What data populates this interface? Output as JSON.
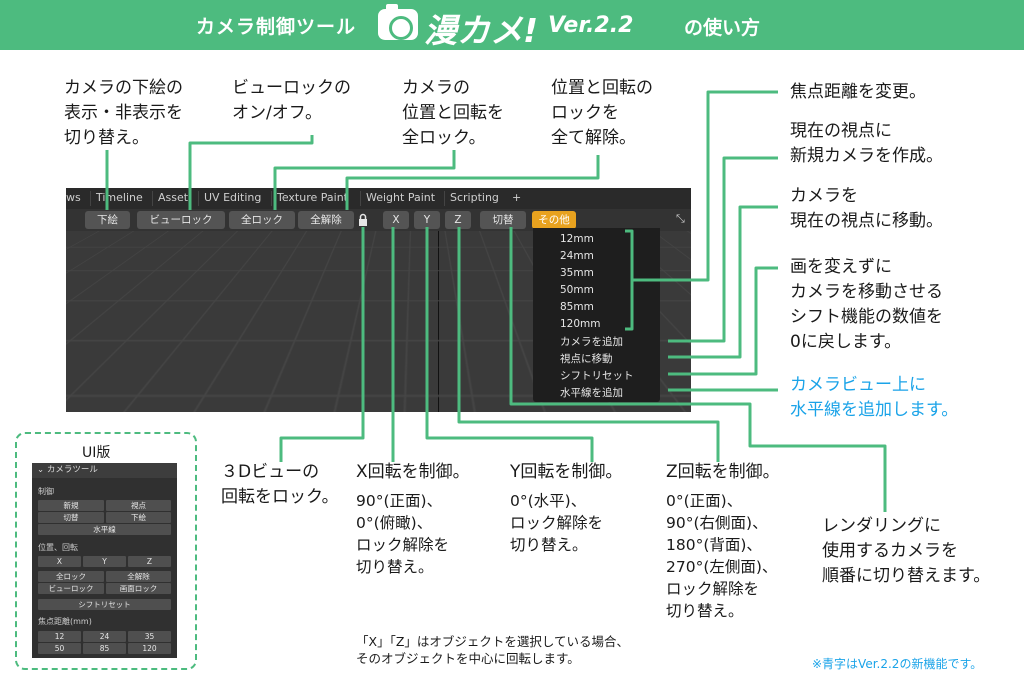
{
  "banner": {
    "subtitle": "カメラ制御ツール",
    "title": "漫カメ!",
    "version": "Ver.2.2",
    "tail": "の使い方"
  },
  "tabs": [
    "ws",
    "Timeline",
    "Asset",
    "UV Editing",
    "Texture Paint",
    "Weight Paint",
    "Scripting",
    "+"
  ],
  "toolbar": {
    "underlay": "下絵",
    "view_lock": "ビューロック",
    "all_lock": "全ロック",
    "all_unlock": "全解除",
    "x": "X",
    "y": "Y",
    "z": "Z",
    "switch": "切替",
    "other": "その他"
  },
  "dropdown": [
    "12mm",
    "24mm",
    "35mm",
    "50mm",
    "85mm",
    "120mm",
    "カメラを追加",
    "視点に移動",
    "シフトリセット",
    "水平線を追加"
  ],
  "annotations": {
    "underlay": "カメラの下絵の\n表示・非表示を\n切り替え。",
    "view_lock": "ビューロックの\nオン/オフ。",
    "all_lock": "カメラの\n位置と回転を\n全ロック。",
    "all_unlock": "位置と回転の\nロックを\n全て解除。",
    "focal": "焦点距離を変更。",
    "add_camera": "現在の視点に\n新規カメラを作成。",
    "move_to_view": "カメラを\n現在の視点に移動。",
    "shift_reset": "画を変えずに\nカメラを移動させる\nシフト機能の数値を\n0に戻します。",
    "horizon": "カメラビュー上に\n水平線を追加します。",
    "lock_3d": "３Dビューの\n回転をロック。",
    "x_rot": "X回転を制御。",
    "x_detail": "90°(正面)、\n0°(俯瞰)、\nロック解除を\n切り替え。",
    "y_rot": "Y回転を制御。",
    "y_detail": "0°(水平)、\nロック解除を\n切り替え。",
    "z_rot": "Z回転を制御。",
    "z_detail": "0°(正面)、\n90°(右側面)、\n180°(背面)、\n270°(左側面)、\nロック解除を\n切り替え。",
    "render_cam": "レンダリングに\n使用するカメラを\n順番に切り替えます。"
  },
  "note": "「X」「Z」はオブジェクトを選択している場合、\nそのオブジェクトを中心に回転します。",
  "new_note": "※青字はVer.2.2の新機能です。",
  "ui_panel": {
    "label": "UI版",
    "header": "カメラツール",
    "sec_control": "制御",
    "new": "新規",
    "viewpoint": "視点",
    "switch": "切替",
    "underlay": "下絵",
    "horizon": "水平線",
    "sec_pos_rot": "位置、回転",
    "x": "X",
    "y": "Y",
    "z": "Z",
    "all_lock": "全ロック",
    "all_unlock": "全解除",
    "view_lock": "ビューロック",
    "screen_lock": "画面ロック",
    "shift_reset": "シフトリセット",
    "sec_focal": "焦点距離(mm)",
    "f12": "12",
    "f24": "24",
    "f35": "35",
    "f50": "50",
    "f85": "85",
    "f120": "120"
  },
  "colors": {
    "accent": "#4dbb7f",
    "new_feature": "#1aa3e8",
    "active_button": "#e8a21f"
  }
}
